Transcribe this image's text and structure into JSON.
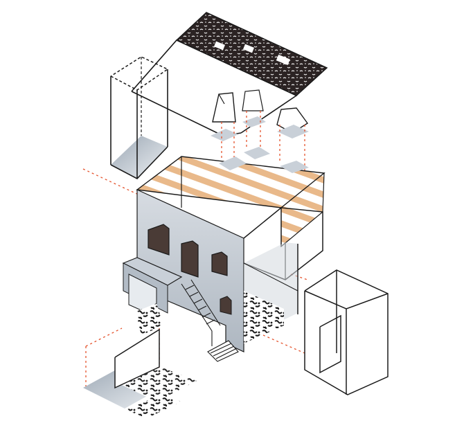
{
  "colors": {
    "ink": "#1a1a1a",
    "leader": "#e5532d",
    "timber": "#e9b98a",
    "wall": "#c9d0d8",
    "wall_shadow": "#8f9aa6",
    "floor": "#dfe3e8",
    "roof": "#2b2323",
    "opening": "#4a3b36"
  },
  "icons": [
    "roof-panel",
    "floor-plate",
    "house-body",
    "staircase",
    "annex-frame",
    "courtyard-paving"
  ]
}
